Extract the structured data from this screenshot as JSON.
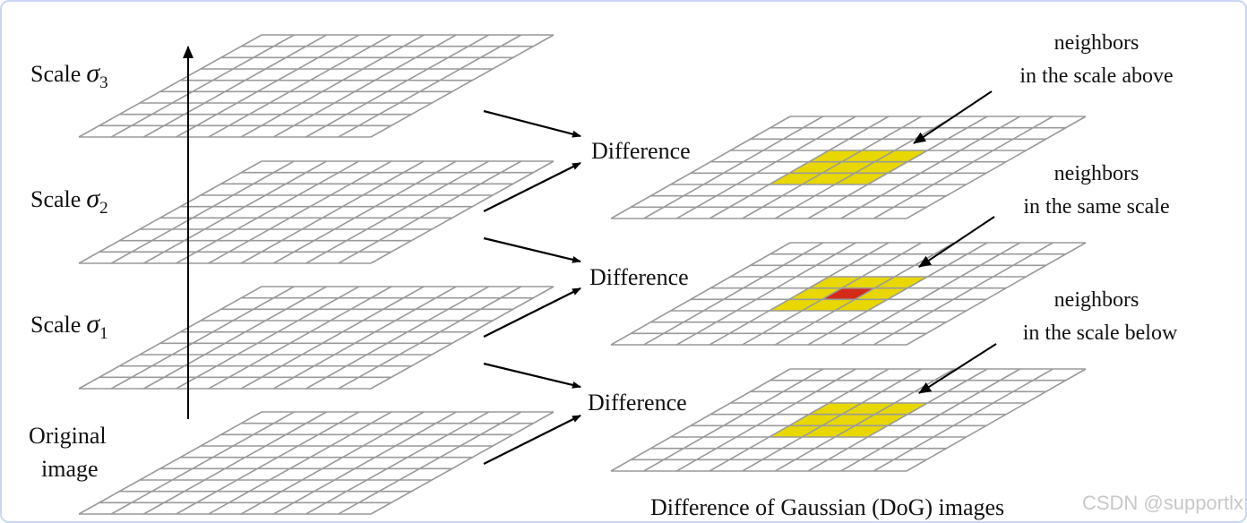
{
  "scale_labels": [
    {
      "prefix": "Scale",
      "symbol": "σ",
      "sub": "3"
    },
    {
      "prefix": "Scale",
      "symbol": "σ",
      "sub": "2"
    },
    {
      "prefix": "Scale",
      "symbol": "σ",
      "sub": "1"
    }
  ],
  "original_label": {
    "line1": "Original",
    "line2": "image"
  },
  "difference_labels": [
    "Difference",
    "Difference",
    "Difference"
  ],
  "annotations": [
    {
      "line1": "neighbors",
      "line2": "in the scale above"
    },
    {
      "line1": "neighbors",
      "line2": "in the same scale"
    },
    {
      "line1": "neighbors",
      "line2": "in the scale below"
    }
  ],
  "caption": "Difference of Gaussian (DoG) images",
  "watermark": "CSDN @supportlx",
  "colors": {
    "grid": "#9a9a9a",
    "neighbor_fill": "#e8d800",
    "center_fill": "#d42a1a",
    "arrow": "#000000",
    "border": "#c9d6f5"
  }
}
